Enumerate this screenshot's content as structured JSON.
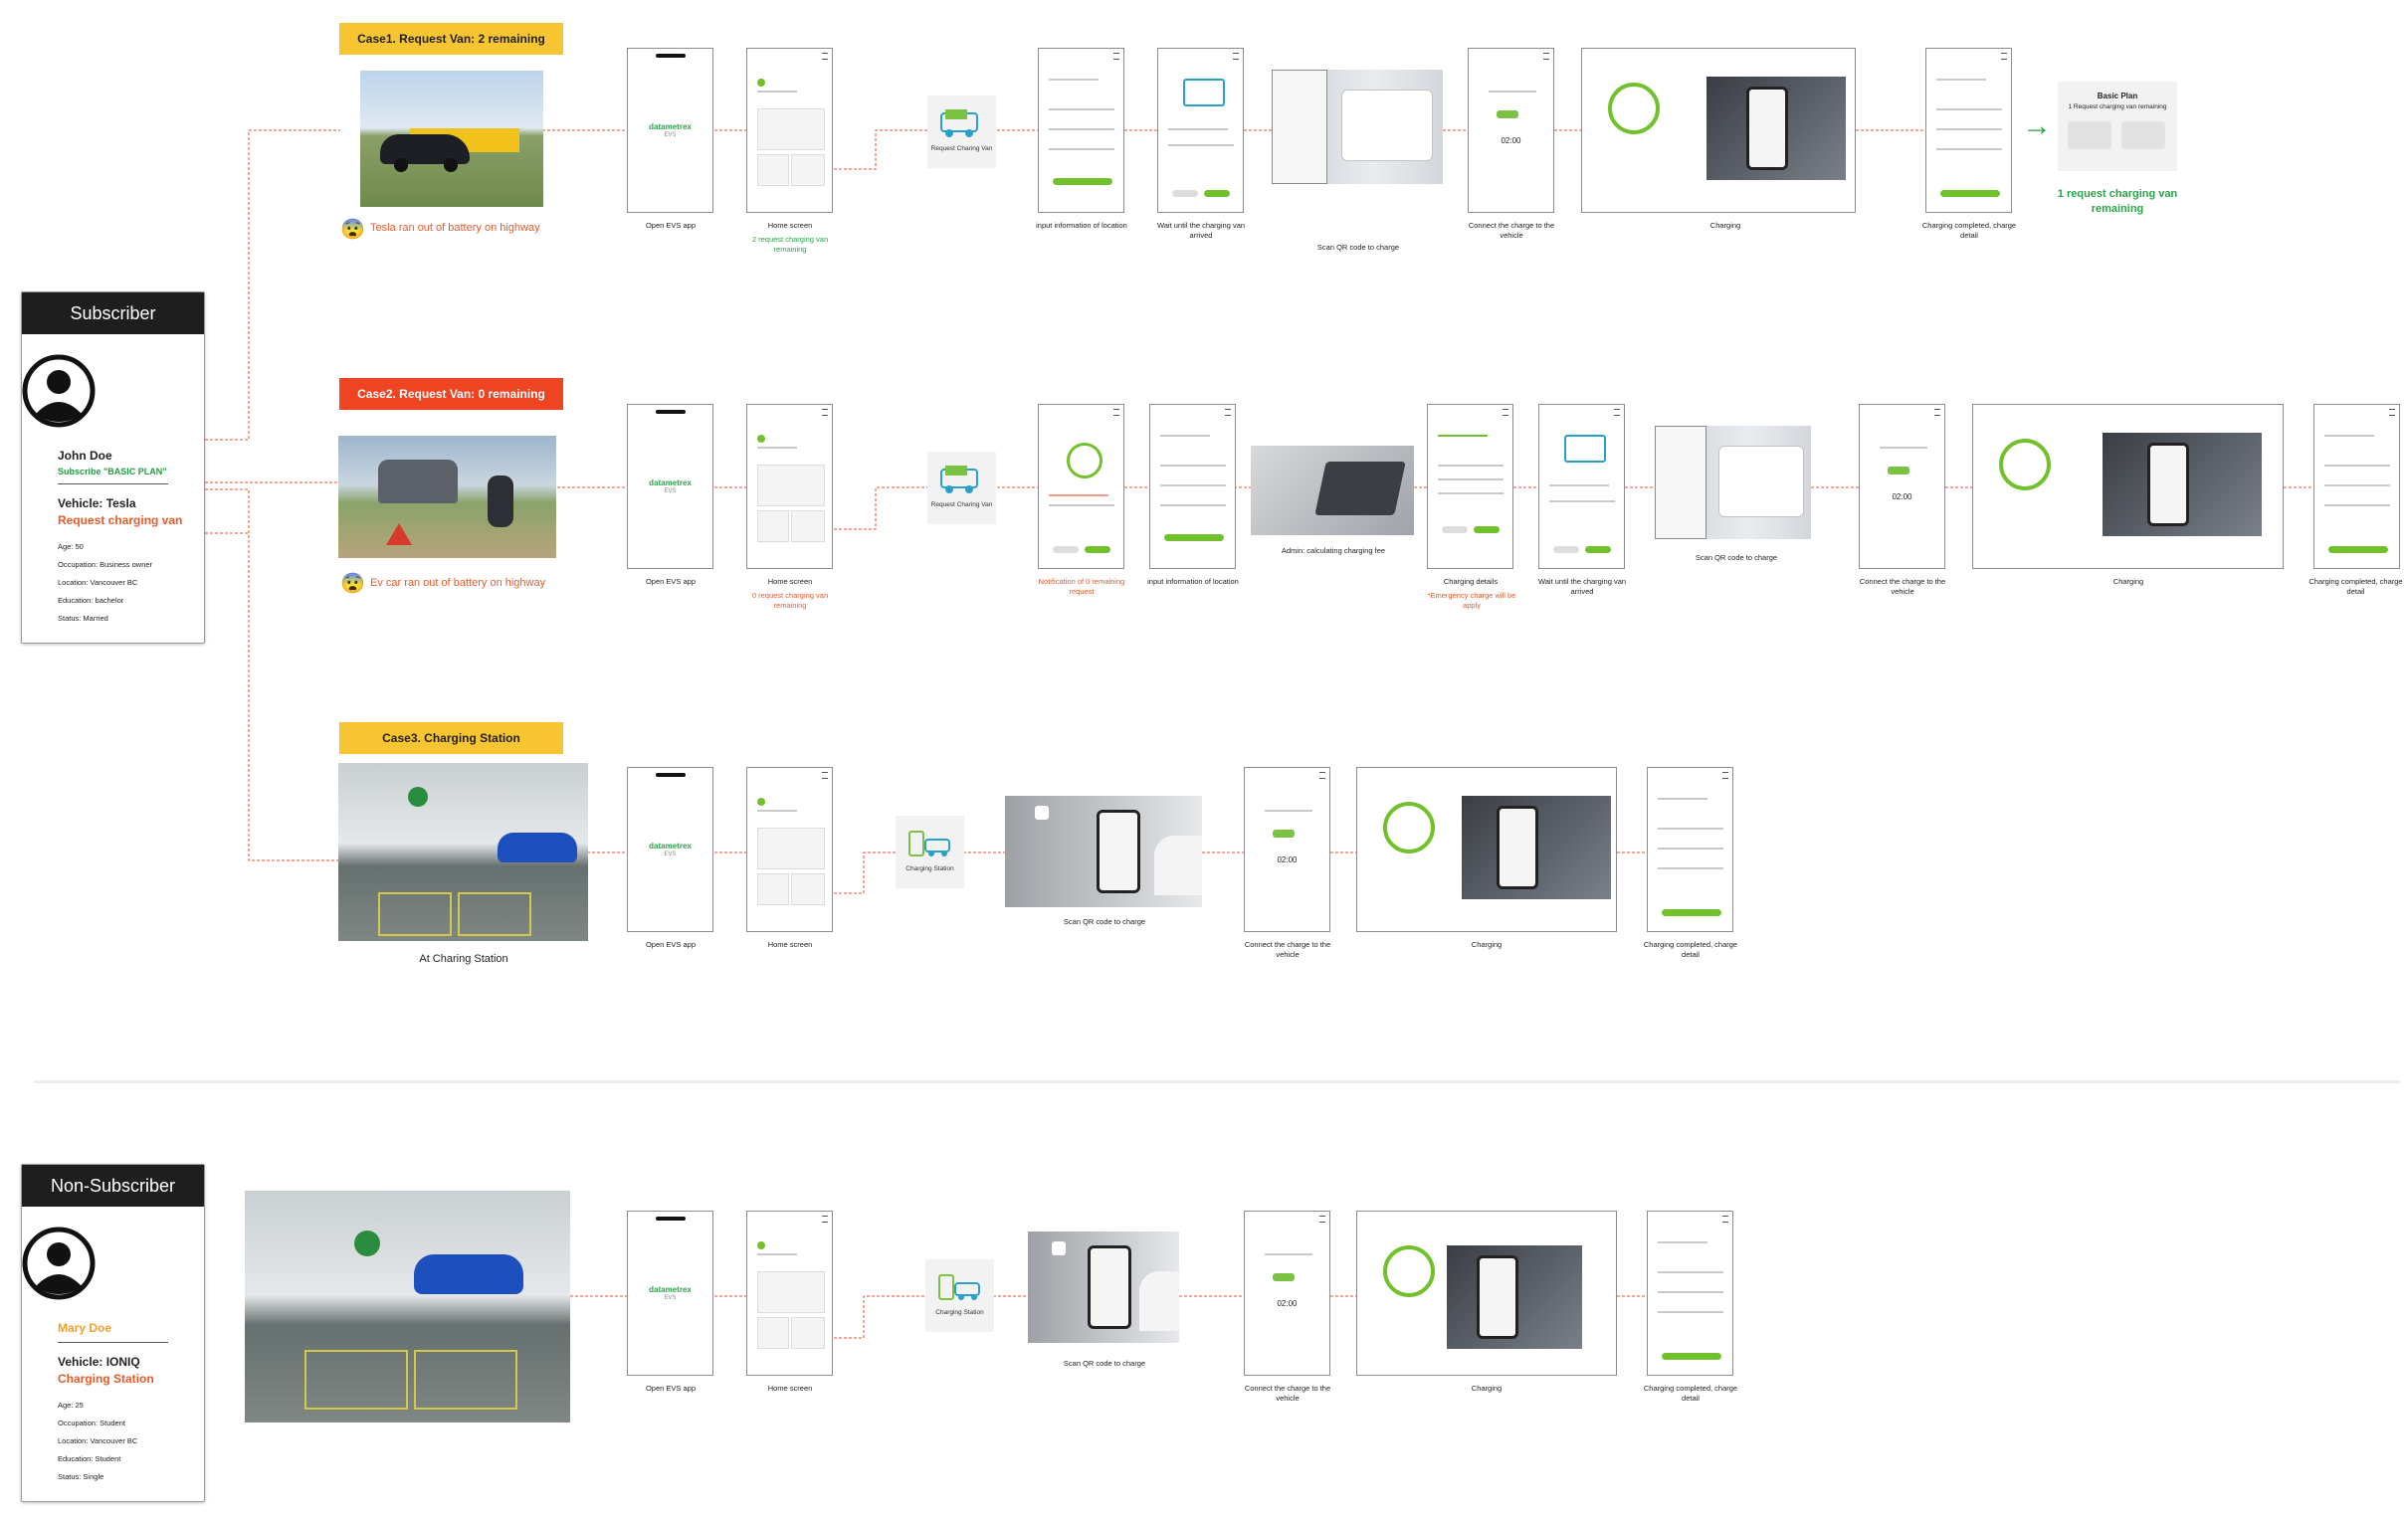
{
  "colors": {
    "brand_green": "#2aa34a",
    "accent_red": "#e85a2a",
    "case_yellow": "#f7c531",
    "case_red": "#ef4422",
    "connector": "#ef4b2c"
  },
  "subscriber": {
    "title": "Subscriber",
    "name": "John Doe",
    "plan": "Subscribe \"BASIC PLAN\"",
    "vehicle": "Vehicle: Tesla",
    "request": "Request charging van",
    "age": "Age: 50",
    "occupation": "Occupation: Business owner",
    "location": "Location: Vancouver BC",
    "education": "Education: bachelor",
    "status": "Status: Married"
  },
  "non_subscriber": {
    "title": "Non-Subscriber",
    "name": "Mary Doe",
    "vehicle": "Vehicle: IONIQ",
    "request": "Charging Station",
    "age": "Age: 25",
    "occupation": "Occupation: Student",
    "location": "Location: Vancouver BC",
    "education": "Education: Student",
    "status": "Status: Single"
  },
  "case1": {
    "tag": "Case1. Request Van: 2 remaining",
    "photo_caption": "Tesla ran out of battery on highway",
    "open_app": "Open EVS app",
    "home": "Home screen",
    "home_sub": "2 request charging van remaining",
    "tile": "Request Charing Van",
    "input_loc": "input information of location",
    "wait": "Wait until the charging van arrived",
    "scan": "Scan QR code to charge",
    "connect": "Connect the charge to the vehicle",
    "charging": "Charging",
    "completed": "Charging completed, charge detail",
    "plan_title": "Basic Plan",
    "plan_sub": "1 Request charging van remaining",
    "result": "1 request charging van remaining"
  },
  "case2": {
    "tag": "Case2. Request Van: 0 remaining",
    "photo_caption": "Ev car ran out of battery on highway",
    "open_app": "Open EVS app",
    "home": "Home screen",
    "home_sub": "0 request charging van remaining",
    "tile": "Request Charing Van",
    "notif": "Notification of 0 remaining request",
    "input_loc": "input information of location",
    "admin": "Admin: calculating charging fee",
    "details": "Charging details",
    "details_sub": "*Emergency charge will be apply",
    "wait": "Wait until the charging van arrived",
    "scan": "Scan QR code to charge",
    "connect": "Connect the charge to the vehicle",
    "charging": "Charging",
    "completed": "Charging completed, charge detail"
  },
  "case3": {
    "tag": "Case3. Charging Station",
    "photo_caption": "At Charing Station",
    "open_app": "Open EVS app",
    "home": "Home screen",
    "tile": "Charging Station",
    "scan": "Scan QR code to charge",
    "connect": "Connect the charge to the vehicle",
    "charging": "Charging",
    "completed": "Charging completed, charge detail"
  },
  "case4": {
    "open_app": "Open EVS app",
    "home": "Home screen",
    "tile": "Charging Station",
    "scan": "Scan QR code to charge",
    "connect": "Connect the charge to the vehicle",
    "charging": "Charging",
    "completed": "Charging completed, charge detail"
  },
  "app": {
    "logo": "datametrex",
    "logo_sub": "EVS",
    "timer": "02:00"
  }
}
